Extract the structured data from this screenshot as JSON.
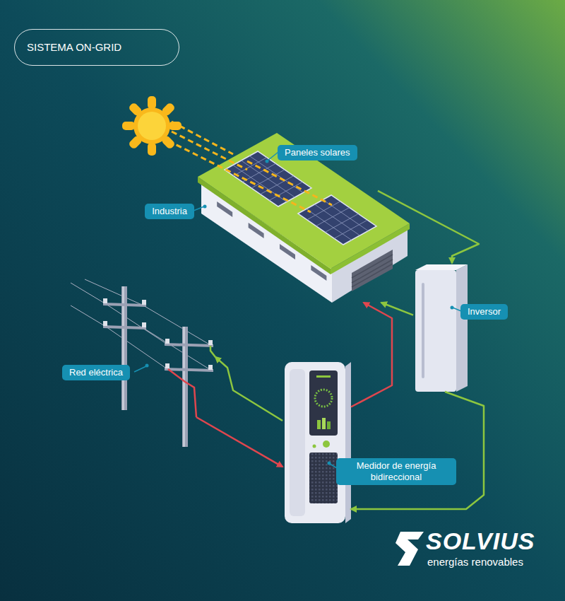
{
  "diagram": {
    "title": "SISTEMA ON-GRID",
    "nodes": [
      {
        "text": [
          "Paneles solares"
        ]
      },
      {
        "text": [
          "Industria"
        ]
      },
      {
        "text": [
          "Inversor"
        ]
      },
      {
        "text": [
          "Red eléctrica"
        ]
      },
      {
        "text": [
          "Medidor de energía bidireccional"
        ]
      }
    ],
    "edges": [
      {
        "from": 0,
        "to": 2,
        "arrow": "to"
      },
      {
        "from": 2,
        "to": 1,
        "arrow": "to"
      },
      {
        "from": 2,
        "to": 4,
        "arrow": "to"
      },
      {
        "from": 4,
        "to": 3,
        "arrow": "to"
      },
      {
        "from": 3,
        "to": 4,
        "arrow": "to"
      },
      {
        "from": 4,
        "to": 1,
        "arrow": "to"
      }
    ],
    "labels": [
      "SOLVIUS",
      "energías renovables"
    ]
  }
}
